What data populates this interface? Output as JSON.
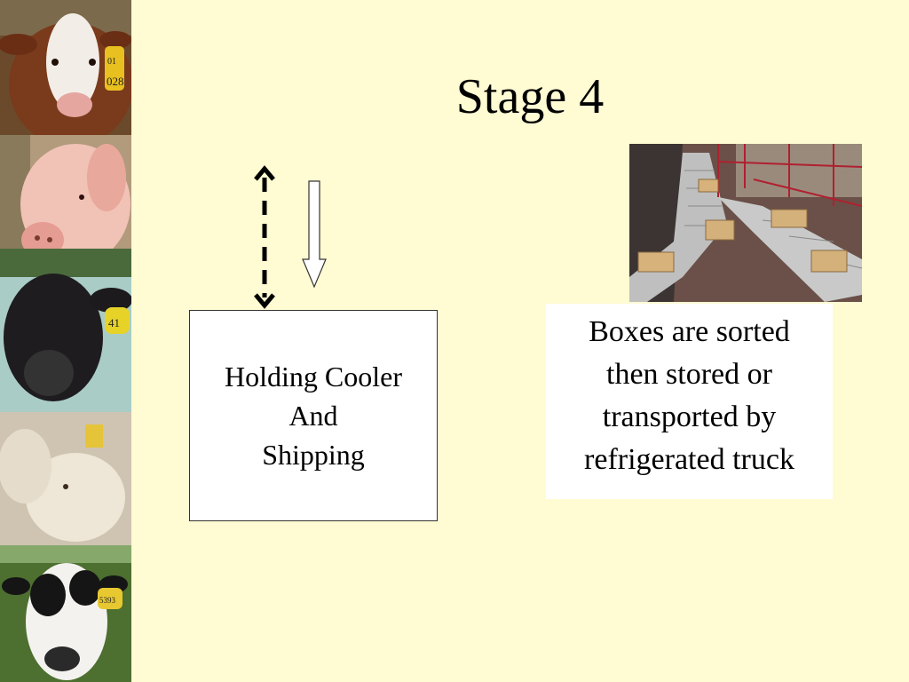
{
  "slide": {
    "title": "Stage 4",
    "box_lines": [
      "Holding Cooler",
      "And",
      "Shipping"
    ],
    "caption_lines": [
      "Boxes are sorted",
      "then stored or",
      "transported by",
      "refrigerated truck"
    ]
  },
  "images": {
    "ear_tags": [
      "01",
      "028",
      "41",
      "5393"
    ]
  },
  "colors": {
    "background": "#fffbd3",
    "box_fill": "#ffffff",
    "arrow": "#000000"
  }
}
